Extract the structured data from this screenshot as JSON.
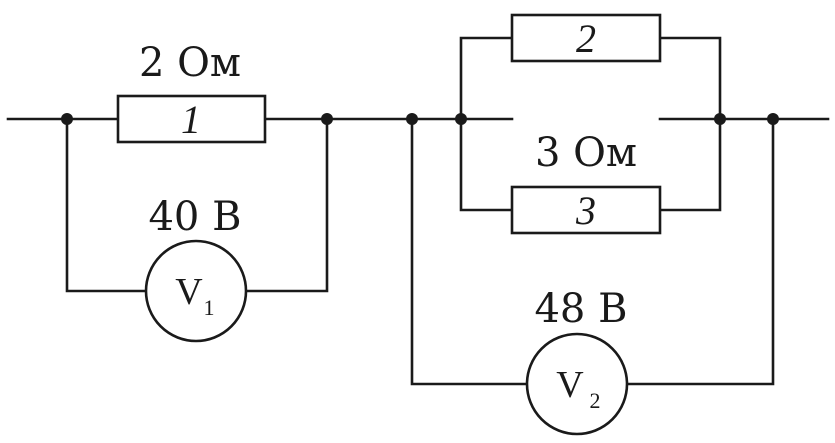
{
  "resistor1": {
    "label": "1",
    "value": "2 Ом"
  },
  "resistor2": {
    "label": "2"
  },
  "resistor3": {
    "label": "3",
    "value": "3 Ом"
  },
  "voltmeter1": {
    "symbol": "V",
    "index": "1",
    "reading": "40 В"
  },
  "voltmeter2": {
    "symbol": "V",
    "index": "2",
    "reading": "48 В"
  },
  "colors": {
    "stroke": "#1a1a1a",
    "background": "#ffffff"
  }
}
